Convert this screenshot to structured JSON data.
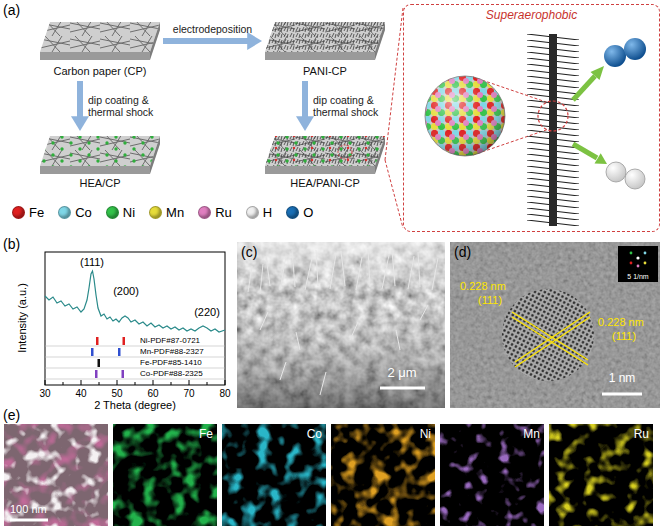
{
  "diagram": {
    "nodes": [
      {
        "text": [
          "Carbon paper (CP)"
        ]
      },
      {
        "text": [
          "PANI-CP"
        ]
      },
      {
        "text": [
          "HEA/CP"
        ]
      },
      {
        "text": [
          "HEA/PANI-CP"
        ]
      },
      {
        "text": [
          "Superaerophobic"
        ]
      }
    ],
    "edges": [
      {
        "from": 0,
        "to": 1,
        "label": "electrodeposition",
        "arrow": "to"
      },
      {
        "from": 0,
        "to": 2,
        "label": "dip coating & thermal shock",
        "arrow": "to"
      },
      {
        "from": 1,
        "to": 3,
        "label": "dip coating & thermal shock",
        "arrow": "to"
      },
      {
        "from": 3,
        "to": 4,
        "arrow": "none"
      }
    ],
    "labels": [
      "(a)",
      "(b)",
      "(c)",
      "(d)",
      "(e)",
      "(111)",
      "(200)",
      "(220)",
      "Intensity (a.u.)",
      "2 Theta (degree)",
      "30",
      "40",
      "50",
      "60",
      "70",
      "80",
      "Ni-PDF#87-0721",
      "Mn-PDF#88-2327",
      "Fe-PDF#85-1410",
      "Co-PDF#88-2325",
      "2 μm",
      "0.228 nm",
      "(111)",
      "0.228 nm",
      "(111)",
      "5 1/nm",
      "1 nm",
      "100 nm",
      "Fe",
      "Co",
      "Ni",
      "Mn",
      "Ru"
    ],
    "legend": [
      {
        "text": "Fe",
        "color": "#e02020"
      },
      {
        "text": "Co",
        "color": "#7fd6e6"
      },
      {
        "text": "Ni",
        "color": "#33c24a"
      },
      {
        "text": "Mn",
        "color": "#e6dc3a"
      },
      {
        "text": "Ru",
        "color": "#e07fc0"
      },
      {
        "text": "H",
        "color": "#f0f0f0"
      },
      {
        "text": "O",
        "color": "#1a6fb5"
      }
    ]
  }
}
